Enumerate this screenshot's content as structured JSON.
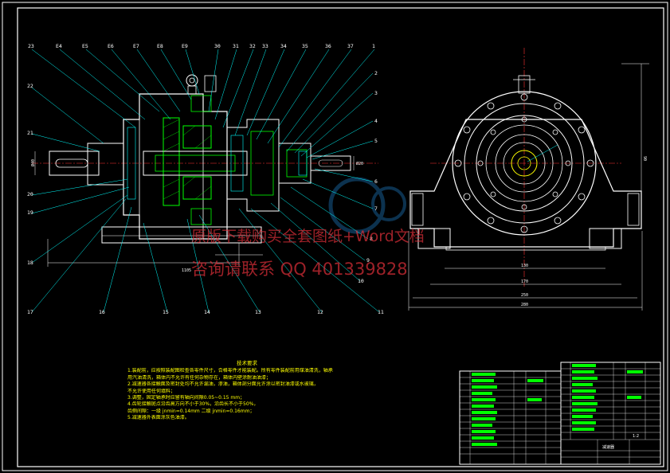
{
  "part_labels_top": [
    "23",
    "E4",
    "E5",
    "E6",
    "E7",
    "E8",
    "E9",
    "30",
    "31",
    "32",
    "33",
    "34",
    "35",
    "36",
    "37",
    "1"
  ],
  "part_labels_right": [
    "2",
    "3",
    "4",
    "5",
    "6",
    "7",
    "8",
    "9",
    "10"
  ],
  "part_labels_bottom": [
    "17",
    "16",
    "15",
    "14",
    "13",
    "12",
    "11"
  ],
  "part_labels_left": [
    "22",
    "21",
    "20",
    "19",
    "18"
  ],
  "dimensions": {
    "front_length": "1105",
    "side_width_1": "130",
    "side_width_2": "170",
    "side_width_3": "250",
    "side_width_4": "280",
    "side_height": "90",
    "shaft_left": "Ø40",
    "shaft_right": "Ø20"
  },
  "watermark": {
    "line1": "原版下载购买全套图纸+Word文档",
    "line2": "咨询请联系  QQ 401339828"
  },
  "technical_notes": {
    "title": "技术要求",
    "items": [
      "1.装配前，应按照装配图检查各零件尺寸，合格零件才能装配。所有零件装配前用煤油清洗，轴承",
      "   用汽油清洗，箱体内不允许有任何杂物存在，箱体内壁涂耐油油漆；",
      "2.减速器各接触面及密封处均不允许漏油，渗油，箱体剖分面允许涂以密封油漆或水玻璃，",
      "   不允许使用任何填料；",
      "3.调整，固定轴承时应留有轴向间隙0.05~0.15 mm；",
      "4.齿轮接触斑点沿齿高方向不小于30%，沿齿长不小于50%，",
      "   齿侧间隙：一级 jnmin=0.14mm  二级 jnmin=0.16mm；",
      "5.减速器外表面涂灰色油漆。"
    ]
  },
  "title_block": {
    "drawing_name": "减速器",
    "scale": "1:2"
  }
}
